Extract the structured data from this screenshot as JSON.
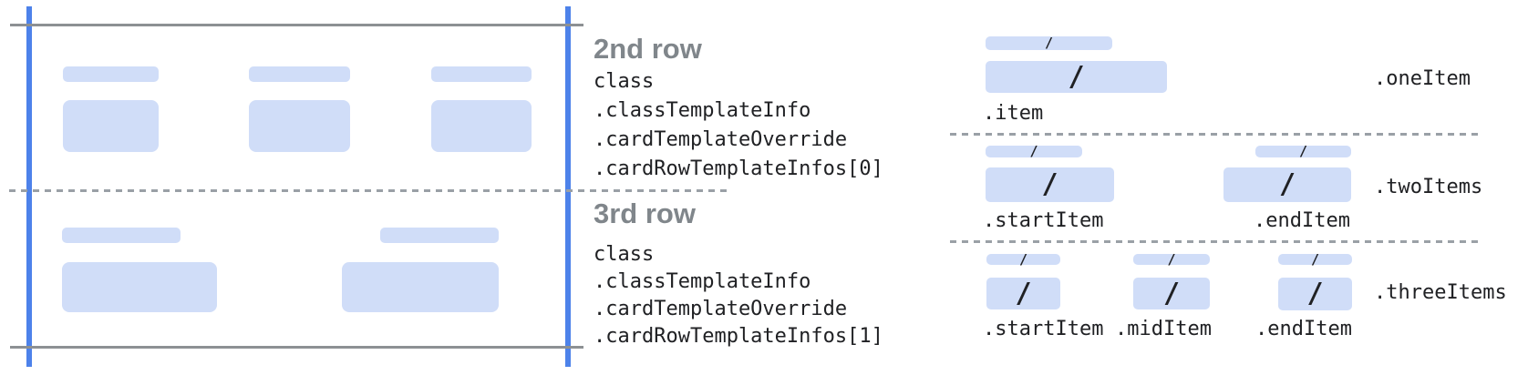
{
  "colors": {
    "bar_fill": "#d0ddf8",
    "edge_blue": "#4d82ea",
    "line_gray": "#8d9093",
    "dash_gray": "#9aa0a6",
    "heading_gray": "#80868b",
    "code_dark": "#202124"
  },
  "glyphs": {
    "slash": "/"
  },
  "left_panel": {
    "row2": {
      "title": "2nd row",
      "lines": [
        "class",
        ".classTemplateInfo",
        ".cardTemplateOverride",
        ".cardRowTemplateInfos[0]"
      ]
    },
    "row3": {
      "title": "3rd row",
      "lines": [
        "class",
        ".classTemplateInfo",
        ".cardTemplateOverride",
        ".cardRowTemplateInfos[1]"
      ]
    }
  },
  "right_panel": {
    "sections": [
      {
        "name": ".oneItem",
        "items": [
          {
            "label": ".item"
          }
        ]
      },
      {
        "name": ".twoItems",
        "items": [
          {
            "label": ".startItem"
          },
          {
            "label": ".endItem"
          }
        ]
      },
      {
        "name": ".threeItems",
        "items": [
          {
            "label": ".startItem"
          },
          {
            "label": ".midItem"
          },
          {
            "label": ".endItem"
          }
        ]
      }
    ]
  }
}
